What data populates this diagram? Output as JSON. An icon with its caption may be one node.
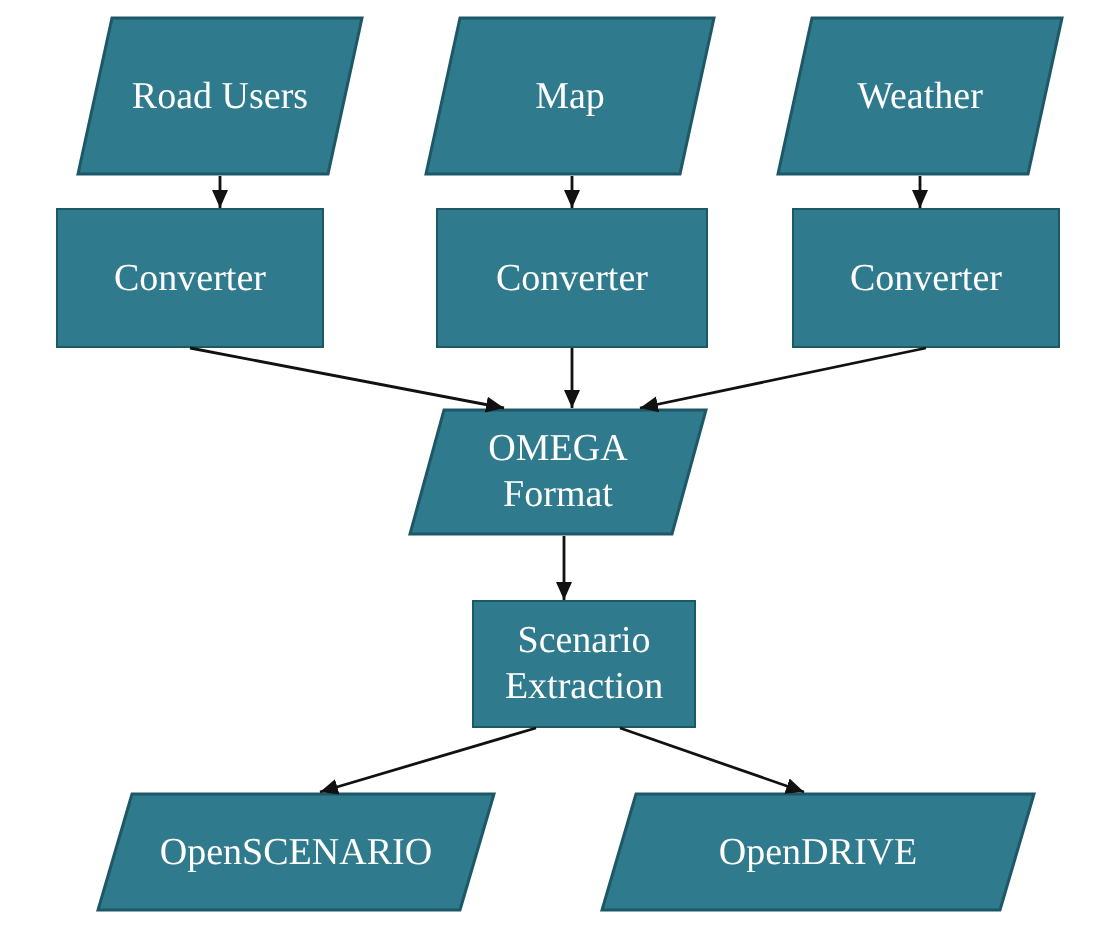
{
  "diagram": {
    "nodes": [
      {
        "text": [
          "Road Users"
        ]
      },
      {
        "text": [
          "Map"
        ]
      },
      {
        "text": [
          "Weather"
        ]
      },
      {
        "text": [
          "Converter"
        ]
      },
      {
        "text": [
          "Converter"
        ]
      },
      {
        "text": [
          "Converter"
        ]
      },
      {
        "text": [
          "OMEGA Format"
        ]
      },
      {
        "text": [
          "Scenario Extraction"
        ]
      },
      {
        "text": [
          "OpenSCENARIO"
        ]
      },
      {
        "text": [
          "OpenDRIVE"
        ]
      }
    ],
    "edges": [
      {
        "from": 0,
        "to": 3,
        "arrow": "to"
      },
      {
        "from": 1,
        "to": 4,
        "arrow": "to"
      },
      {
        "from": 2,
        "to": 5,
        "arrow": "to"
      },
      {
        "from": 3,
        "to": 6,
        "arrow": "to"
      },
      {
        "from": 4,
        "to": 6,
        "arrow": "to"
      },
      {
        "from": 5,
        "to": 6,
        "arrow": "to"
      },
      {
        "from": 6,
        "to": 7,
        "arrow": "to"
      },
      {
        "from": 7,
        "to": 8,
        "arrow": "to"
      },
      {
        "from": 7,
        "to": 9,
        "arrow": "to"
      }
    ]
  }
}
